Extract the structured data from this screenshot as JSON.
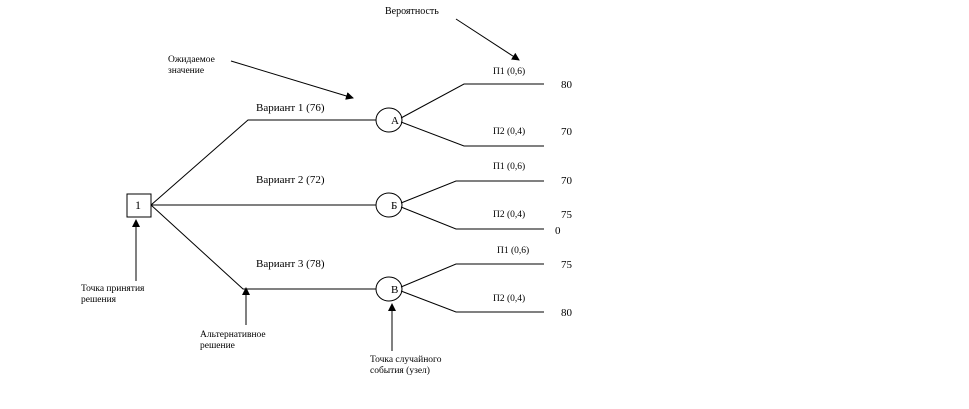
{
  "labels": {
    "probability": "Вероятность",
    "expected_value_line1": "Ожидаемое",
    "expected_value_line2": "значение",
    "decision_point_line1": "Точка принятия",
    "decision_point_line2": "решения",
    "alternative_line1": "Альтернативное",
    "alternative_line2": "решение",
    "chance_point_line1": "Точка случайного",
    "chance_point_line2": "события (узел)"
  },
  "decision_node": "1",
  "variants": [
    {
      "label": "Вариант 1   (76)",
      "node": "А",
      "branches": [
        {
          "label": "П1 (0,6)",
          "value": "80"
        },
        {
          "label": "П2 (0,4)",
          "value": "70"
        }
      ]
    },
    {
      "label": "Вариант 2   (72)",
      "node": "Б",
      "branches": [
        {
          "label": "П1 (0,6)",
          "value": "70"
        },
        {
          "label": "П2 (0,4)",
          "value": "75",
          "value_extra": "0"
        }
      ]
    },
    {
      "label": "Вариант 3 (78)",
      "node": "В",
      "branches": [
        {
          "label": "П1 (0,6)",
          "value": "75"
        },
        {
          "label": "П2 (0,4)",
          "value": "80"
        }
      ]
    }
  ],
  "colors": {
    "line": "#000000",
    "background": "#ffffff"
  }
}
